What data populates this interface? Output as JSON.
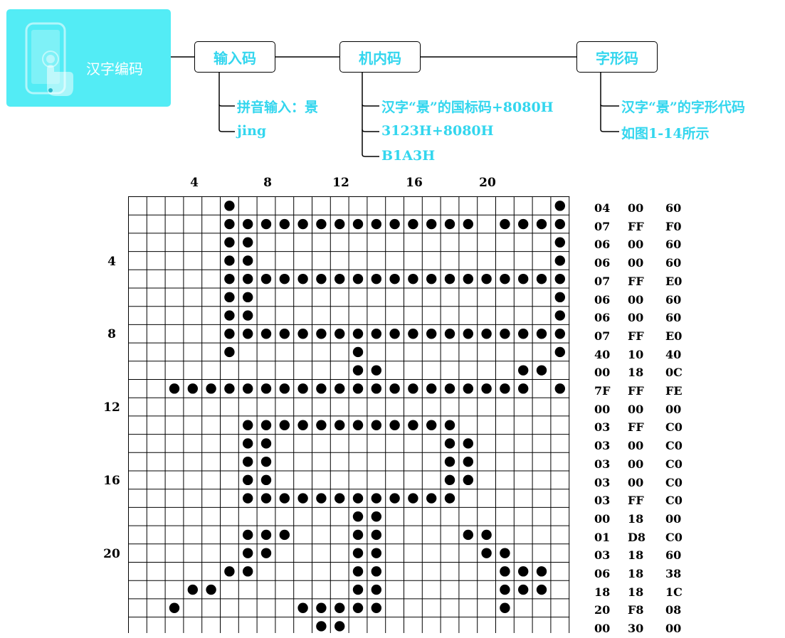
{
  "header": {
    "title": "汉字编码"
  },
  "flow": {
    "nodes": [
      "输入码",
      "机内码",
      "字形码"
    ],
    "input_notes": [
      "拼音输入：景",
      "jing"
    ],
    "internal_notes": [
      "汉字“景”的国标码+8080H",
      "3123H+8080H",
      "B1A3H"
    ],
    "glyph_notes": [
      "汉字“景”的字形代码",
      "如图1-14所示"
    ]
  },
  "grid": {
    "top_labels": [
      "4",
      "8",
      "12",
      "16",
      "20"
    ],
    "left_labels": [
      "4",
      "8",
      "12",
      "16",
      "20"
    ],
    "rows": [
      ".....#.................##...",
      ".....##############.####....",
      ".....##................##...",
      ".....##................##...",
      ".....###################....",
      ".....##................##...",
      ".....##................##...",
      ".....###################....",
      ".....#......#..........#....",
      "............##.......##.....",
      "..####################.####.",
      "............................",
      "......############..........",
      "......##.........##.........",
      "......##.........##.........",
      "......##.........##.........",
      "......############..........",
      "............##..............",
      "......###...##....##........",
      "......##....##.....##.......",
      ".....##.....##......###.....",
      "...##.......##......###.....",
      "..#......#####......#.......",
      "..........##................"
    ],
    "hex": [
      [
        "04",
        "00",
        "60"
      ],
      [
        "07",
        "FF",
        "F0"
      ],
      [
        "06",
        "00",
        "60"
      ],
      [
        "06",
        "00",
        "60"
      ],
      [
        "07",
        "FF",
        "E0"
      ],
      [
        "06",
        "00",
        "60"
      ],
      [
        "06",
        "00",
        "60"
      ],
      [
        "07",
        "FF",
        "E0"
      ],
      [
        "40",
        "10",
        "40"
      ],
      [
        "00",
        "18",
        "0C"
      ],
      [
        "7F",
        "FF",
        "FE"
      ],
      [
        "00",
        "00",
        "00"
      ],
      [
        "03",
        "FF",
        "C0"
      ],
      [
        "03",
        "00",
        "C0"
      ],
      [
        "03",
        "00",
        "C0"
      ],
      [
        "03",
        "00",
        "C0"
      ],
      [
        "03",
        "FF",
        "C0"
      ],
      [
        "00",
        "18",
        "00"
      ],
      [
        "01",
        "D8",
        "C0"
      ],
      [
        "03",
        "18",
        "60"
      ],
      [
        "06",
        "18",
        "38"
      ],
      [
        "18",
        "18",
        "1C"
      ],
      [
        "20",
        "F8",
        "08"
      ],
      [
        "00",
        "30",
        "00"
      ]
    ]
  }
}
